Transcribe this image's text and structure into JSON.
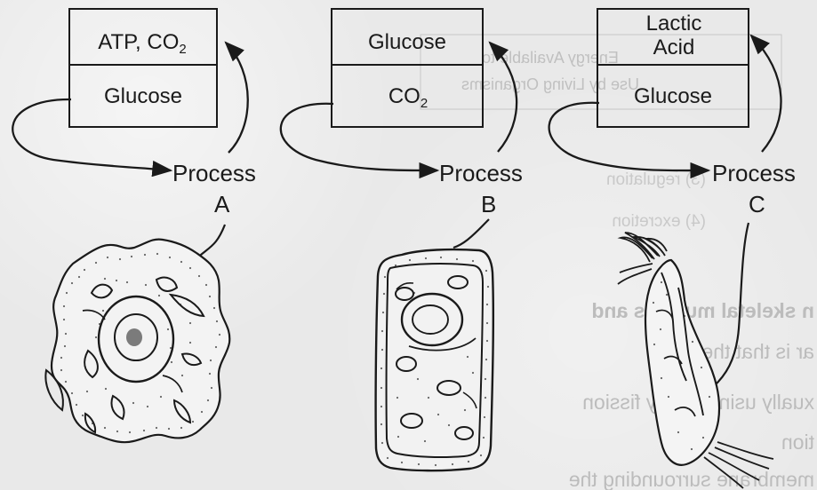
{
  "processes": [
    {
      "top_text": "ATP, CO",
      "top_sub": "2",
      "bottom_text": "Glucose",
      "process_label": "Process",
      "process_letter": "A"
    },
    {
      "top_text": "Glucose",
      "bottom_text": "CO",
      "bottom_sub": "2",
      "process_label": "Process",
      "process_letter": "B"
    },
    {
      "top_line1": "Lactic",
      "top_line2": "Acid",
      "bottom_text": "Glucose",
      "process_label": "Process",
      "process_letter": "C"
    }
  ],
  "background_text": {
    "box_line1": "Energy Available to",
    "box_line2": "Use by Living Organisms",
    "line_regulation": "(3) regulation",
    "line_excretion": "(4) excretion",
    "line_skeletal": "n skeletal muscles and",
    "line_both": "ar is that they both",
    "line_binary": "xually using binary fission",
    "line_tion": "tion",
    "line_surrounding": "membrane surrounding the"
  },
  "colors": {
    "background": "#e9e9e9",
    "ink": "#1a1a1a",
    "ghost": "#bcbcbc"
  }
}
